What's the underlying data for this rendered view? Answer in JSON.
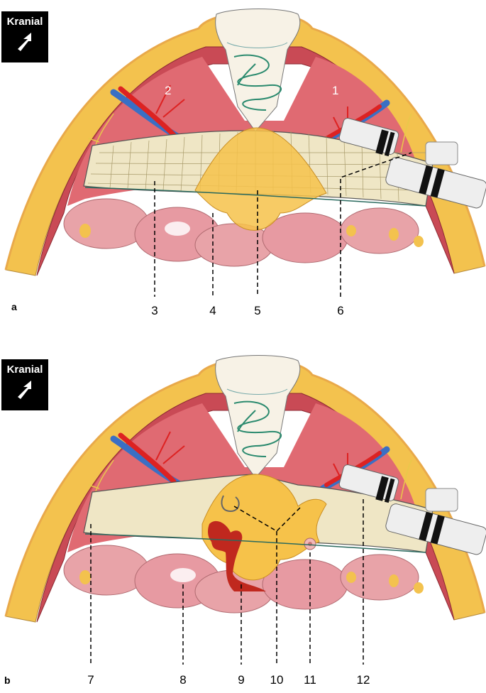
{
  "orientation_label": "Kranial",
  "panels": [
    {
      "letter": "a",
      "muscle_labels": [
        "2",
        "1"
      ],
      "callouts": [
        "3",
        "4",
        "5",
        "6"
      ]
    },
    {
      "letter": "b",
      "callouts": [
        "7",
        "8",
        "9",
        "10",
        "11",
        "12"
      ]
    }
  ]
}
